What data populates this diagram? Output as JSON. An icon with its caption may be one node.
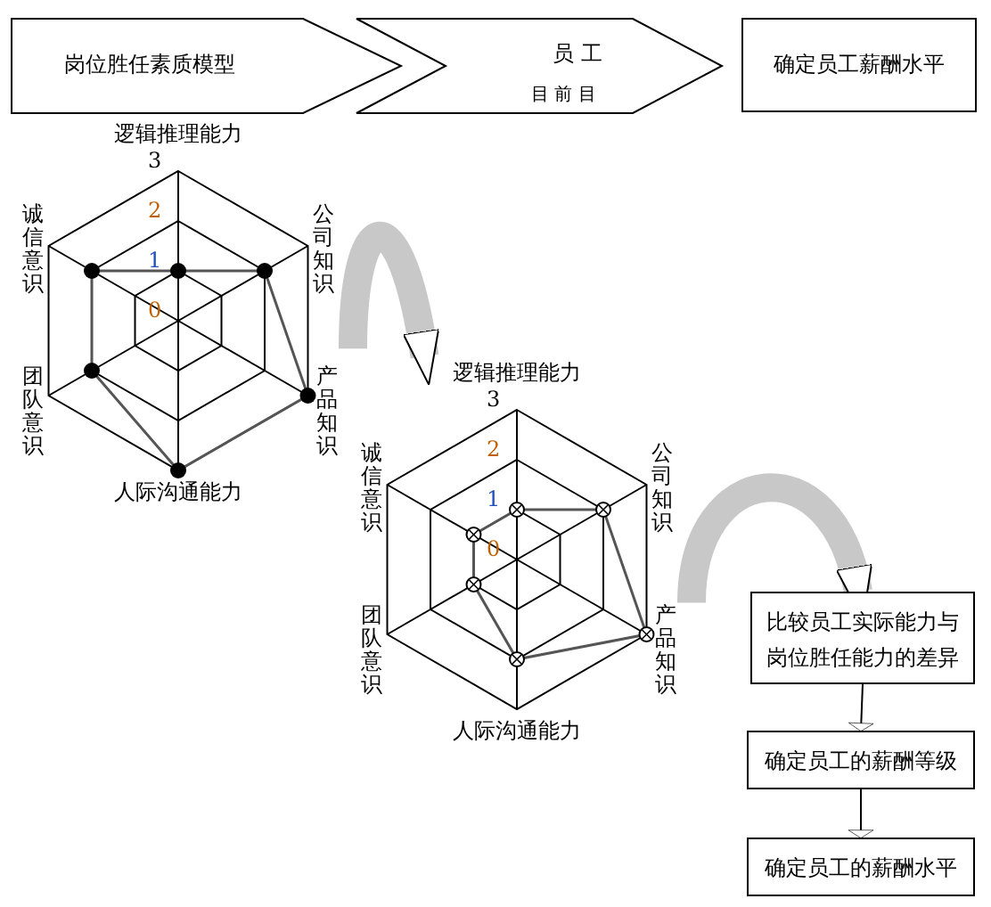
{
  "diagram": {
    "nodes": [
      {
        "text": [
          "岗位胜任素质模型"
        ]
      },
      {
        "text": [
          "员 工",
          "目 前 目"
        ]
      },
      {
        "text": [
          "确定员工薪酬水平"
        ]
      },
      {
        "text": [
          "逻辑推理能力",
          "公司知识",
          "产品知识",
          "人际沟通能力",
          "团队意识",
          "诚信意识",
          "3",
          "2",
          "1",
          "0"
        ]
      },
      {
        "text": [
          "逻辑推理能力",
          "公司知识",
          "产品知识",
          "人际沟通能力",
          "团队意识",
          "诚信意识",
          "3",
          "2",
          "1",
          "0"
        ]
      },
      {
        "text": [
          "比较员工实际能力与岗位胜任能力的差异"
        ]
      },
      {
        "text": [
          "确定员工的薪酬等级"
        ]
      },
      {
        "text": [
          "确定员工的薪酬水平"
        ]
      }
    ],
    "edges": [
      {
        "from": 3,
        "to": 4,
        "arrow": "to",
        "style": "thick",
        "color": "#c8c8c8"
      },
      {
        "from": 4,
        "to": 5,
        "arrow": "to",
        "style": "thick",
        "color": "#c8c8c8"
      },
      {
        "from": 5,
        "to": 6,
        "arrow": "to",
        "color": "#000000"
      },
      {
        "from": 6,
        "to": 7,
        "arrow": "to",
        "color": "#000000"
      }
    ]
  }
}
